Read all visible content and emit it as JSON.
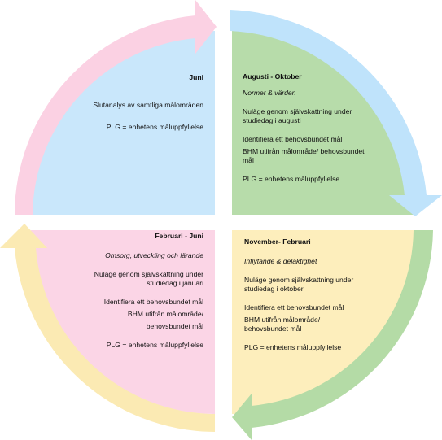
{
  "colors": {
    "blue": "#c9e7fb",
    "blue_arrow": "#bfe3fb",
    "green": "#b7dcaa",
    "green_arrow": "#b4dba6",
    "yellow": "#fdeebc",
    "yellow_arrow": "#fbeab3",
    "pink": "#fbd5e6",
    "pink_arrow": "#fbd1e3"
  },
  "quadrants": {
    "top_left": {
      "title": "Juni",
      "line1": "Slutanalys av samtliga målområden",
      "line2": "PLG = enhetens måluppfyllelse"
    },
    "top_right": {
      "title": "Augusti - Oktober",
      "subtitle": "Normer  & värden",
      "line1a": "Nuläge genom självskattning under",
      "line1b": "studiedag i augusti",
      "line2": "Identifiera ett behovsbundet mål",
      "line3a": "BHM utifrån målområde/ behovsbundet",
      "line3b": "mål",
      "line4": "PLG = enhetens måluppfyllelse"
    },
    "bottom_right": {
      "title": "November- Februari",
      "subtitle": "Inflytande & delaktighet",
      "line1a": "Nuläge genom självskattning under",
      "line1b": "studiedag i oktober",
      "line2": "Identifiera ett behovsbundet mål",
      "line3a": "BHM utifrån målområde/",
      "line3b": "behovsbundet mål",
      "line4": "PLG = enhetens måluppfyllelse"
    },
    "bottom_left": {
      "title": "Februari - Juni",
      "subtitle": "Omsorg, utveckling och lärande",
      "line1a": "Nuläge genom självskattning under",
      "line1b": "studiedag i januari",
      "line2": "Identifiera ett behovsbundet mål",
      "line3a": "BHM utifrån målområde/",
      "line3b": "behovsbundet mål",
      "line4": "PLG = enhetens måluppfyllelse"
    }
  }
}
